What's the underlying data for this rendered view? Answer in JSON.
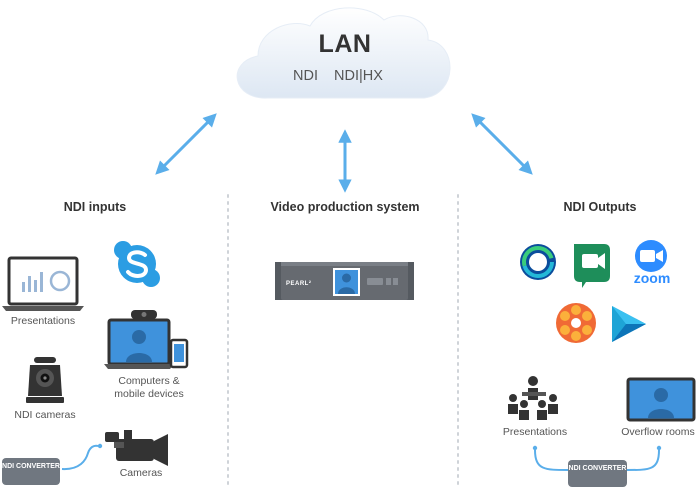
{
  "cloud": {
    "title": "LAN",
    "protocols": [
      "NDI",
      "NDI|HX"
    ]
  },
  "sections": {
    "inputs": {
      "heading": "NDI inputs",
      "items": {
        "presentations": "Presentations",
        "computers": "Computers & mobile devices",
        "ndi_cameras": "NDI cameras",
        "cameras": "Cameras"
      },
      "converter": "NDI CONVERTER"
    },
    "production": {
      "heading": "Video production system",
      "device_brand": "PEARL²"
    },
    "outputs": {
      "heading": "NDI Outputs",
      "platforms": [
        "webex-icon",
        "google-meet-icon",
        "zoom-icon",
        "multicolor-conferencing-icon",
        "play-icon"
      ],
      "zoom_label": "zoom",
      "items": {
        "presentations": "Presentations",
        "overflow": "Overflow rooms"
      },
      "converter": "NDI CONVERTER"
    }
  },
  "colors": {
    "arrow": "#5aaeea",
    "screen": "#3f92dc",
    "device": "#666a70",
    "badge": "#707780",
    "cloud": "#e8eff7"
  }
}
